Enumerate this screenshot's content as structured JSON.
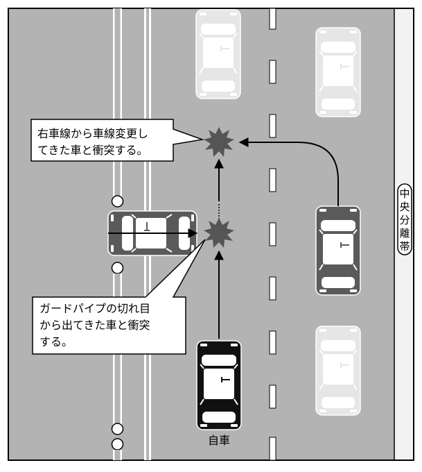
{
  "callout_top": {
    "lines": [
      "右車線から車線変更し",
      "てきた車と衝突する。"
    ]
  },
  "callout_bottom": {
    "lines": [
      "ガードパイプの切れ目",
      "から出てきた車と衝突",
      "する。"
    ]
  },
  "own_car_label": "自車",
  "median_label": [
    "中",
    "央",
    "分",
    "離",
    "帯"
  ],
  "colors": {
    "road": "#b3b3b3",
    "ghost_car": "#e6e6e6",
    "dark_car": "#5a5a5a",
    "own_car": "#111111",
    "collision": "#555555",
    "median": "#f2f2f2"
  }
}
